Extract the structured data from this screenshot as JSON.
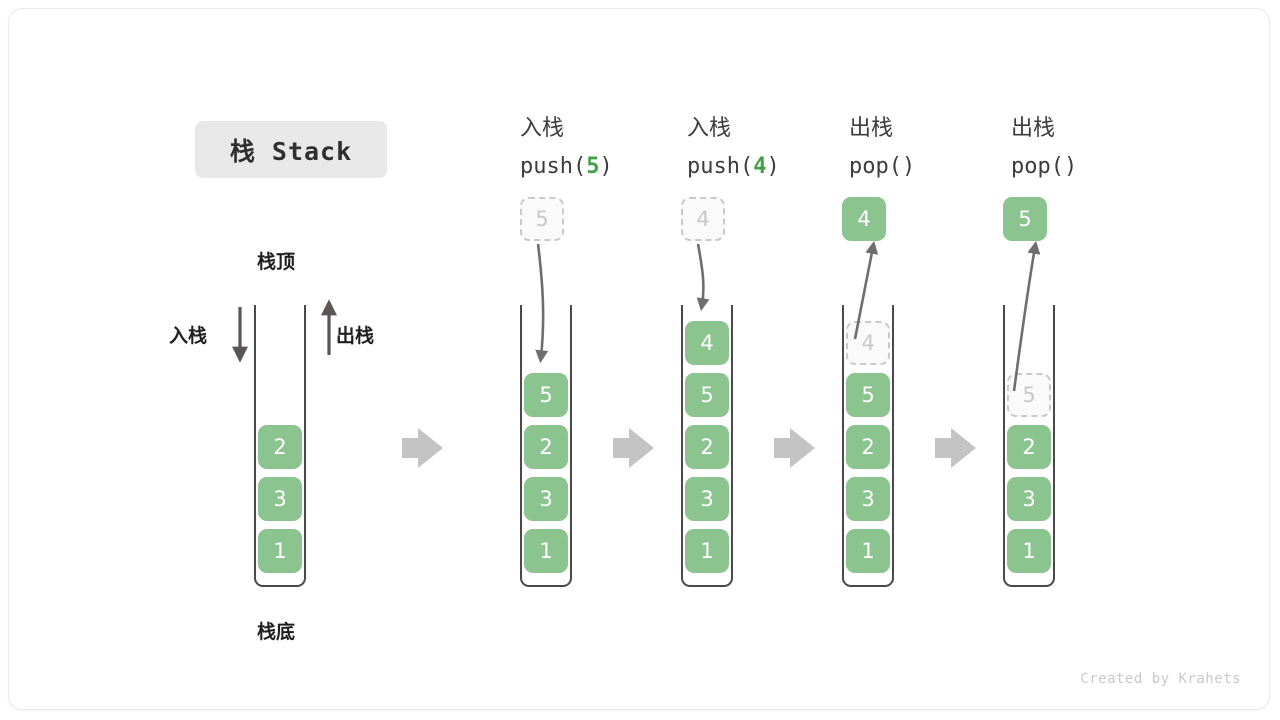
{
  "title": {
    "text": "栈 Stack"
  },
  "footer": {
    "text": "Created by Krahets"
  },
  "labels": {
    "top": "栈顶",
    "bottom": "栈底",
    "push": "入栈",
    "pop": "出栈"
  },
  "colors": {
    "cell_fill": "#8cc490",
    "cell_text": "#ffffff",
    "ghost_fill": "#fafafa",
    "ghost_border": "#c9c9c9",
    "ghost_text": "#c8c8c8",
    "container_line": "#4a4a4a",
    "accent_green": "#43a047",
    "separator_arrow": "#c4c4c4",
    "badge_bg": "#e8e8e8",
    "arrow_gray": "#6e6e6e"
  },
  "columns": [
    {
      "id": "initial",
      "head_cn": "",
      "head_code": "",
      "head_code_arg": "",
      "stack": [
        "2",
        "3",
        "1"
      ],
      "floating": null,
      "ghost_in_stack": null,
      "annotations": {
        "top": "栈顶",
        "bottom": "栈底",
        "left_arrow": "入栈",
        "right_arrow": "出栈"
      }
    },
    {
      "id": "push5",
      "head_cn": "入栈",
      "head_code_prefix": "push(",
      "head_code_arg": "5",
      "head_code_suffix": ")",
      "stack": [
        "5",
        "2",
        "3",
        "1"
      ],
      "floating": {
        "value": "5",
        "style": "ghost"
      },
      "ghost_in_stack": null,
      "arrow_direction": "down"
    },
    {
      "id": "push4",
      "head_cn": "入栈",
      "head_code_prefix": "push(",
      "head_code_arg": "4",
      "head_code_suffix": ")",
      "stack": [
        "4",
        "5",
        "2",
        "3",
        "1"
      ],
      "floating": {
        "value": "4",
        "style": "ghost"
      },
      "ghost_in_stack": null,
      "arrow_direction": "down"
    },
    {
      "id": "pop4",
      "head_cn": "出栈",
      "head_code_prefix": "pop(",
      "head_code_arg": "",
      "head_code_suffix": ")",
      "stack": [
        "5",
        "2",
        "3",
        "1"
      ],
      "floating": {
        "value": "4",
        "style": "solid"
      },
      "ghost_in_stack": {
        "value": "4"
      },
      "arrow_direction": "up"
    },
    {
      "id": "pop5",
      "head_cn": "出栈",
      "head_code_prefix": "pop(",
      "head_code_arg": "",
      "head_code_suffix": ")",
      "stack": [
        "2",
        "3",
        "1"
      ],
      "floating": {
        "value": "5",
        "style": "solid"
      },
      "ghost_in_stack": {
        "value": "5"
      },
      "arrow_direction": "up"
    }
  ],
  "cells": {
    "c0_0": "2",
    "c0_1": "3",
    "c0_2": "1",
    "c1_0": "5",
    "c1_1": "2",
    "c1_2": "3",
    "c1_3": "1",
    "c2_0": "4",
    "c2_1": "5",
    "c2_2": "2",
    "c2_3": "3",
    "c2_4": "1",
    "c3_g": "4",
    "c3_0": "5",
    "c3_1": "2",
    "c3_2": "3",
    "c3_3": "1",
    "c4_g": "5",
    "c4_0": "2",
    "c4_1": "3",
    "c4_2": "1",
    "f1": "5",
    "f2": "4",
    "f3": "4",
    "f4": "5"
  },
  "heads": {
    "h1_cn": "入栈",
    "h1_pre": "push(",
    "h1_num": "5",
    "h1_post": ")",
    "h2_cn": "入栈",
    "h2_pre": "push(",
    "h2_num": "4",
    "h2_post": ")",
    "h3_cn": "出栈",
    "h3_pre": "pop(",
    "h3_num": "",
    "h3_post": ")",
    "h4_cn": "出栈",
    "h4_pre": "pop(",
    "h4_num": "",
    "h4_post": ")"
  }
}
